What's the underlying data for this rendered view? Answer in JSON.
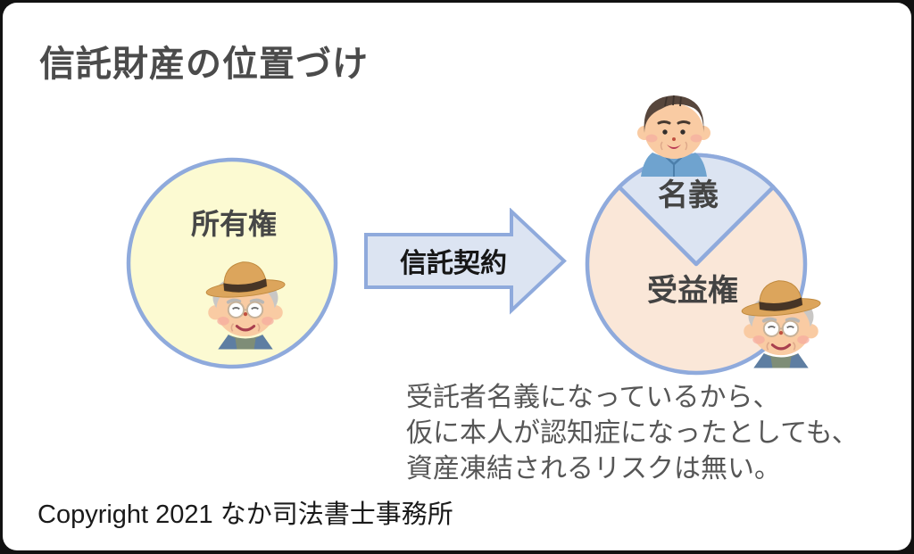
{
  "slide": {
    "title": "信託財産の位置づけ",
    "copyright": "Copyright 2021 なか司法書士事務所"
  },
  "diagram": {
    "left_circle": {
      "label": "所有権",
      "icon": "elderly-man-with-hat-icon"
    },
    "arrow": {
      "label": "信託契約"
    },
    "right_circle": {
      "wedge_label": "名義",
      "body_label": "受益権",
      "top_icon": "younger-man-icon",
      "bottom_icon": "elderly-man-with-hat-icon"
    },
    "note_lines": [
      "受託者名義になっているから、",
      "仮に本人が認知症になったとしても、",
      "資産凍結されるリスクは無い。"
    ]
  },
  "colors": {
    "accent_blue": "#8FAADC",
    "pale_yellow": "#FCFAD2",
    "light_blue": "#DCE4F2",
    "peach": "#FAE7D8",
    "title_gray": "#4B4B4B",
    "note_gray": "#565656",
    "text_black": "#1A1A1A"
  }
}
